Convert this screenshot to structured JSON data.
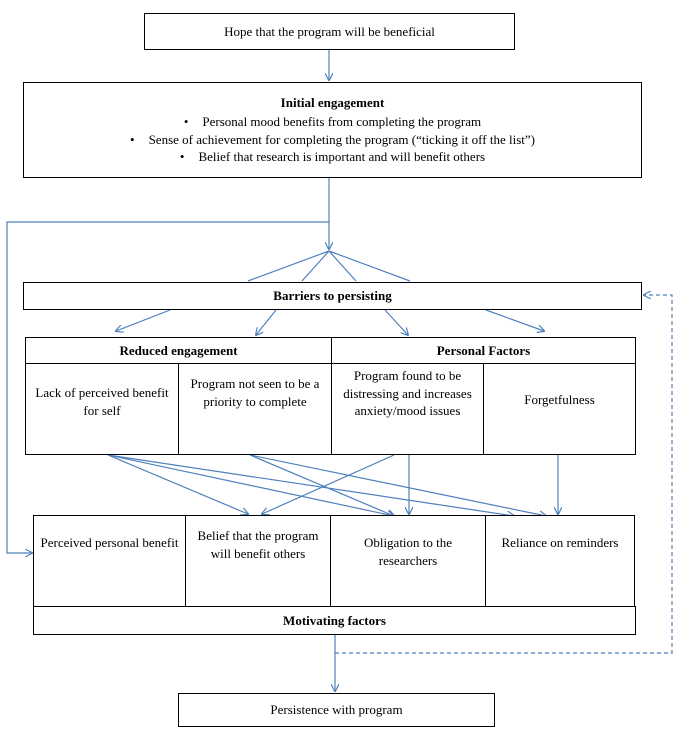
{
  "hope": "Hope that the program will be beneficial",
  "initial": {
    "title": "Initial engagement",
    "bullets": [
      "Personal mood benefits from completing the program",
      "Sense of achievement for completing the program (“ticking it off the list”)",
      "Belief that research is important and will benefit others"
    ]
  },
  "barriers": {
    "title": "Barriers to persisting",
    "reduced_engagement": {
      "title": "Reduced engagement",
      "items": [
        "Lack of perceived benefit for self",
        "Program not seen to be a priority to complete"
      ]
    },
    "personal_factors": {
      "title": "Personal Factors",
      "items": [
        "Program found to be distressing and increases anxiety/mood issues",
        "Forgetfulness"
      ]
    }
  },
  "motivating": {
    "title": "Motivating factors",
    "items": [
      "Perceived personal benefit",
      "Belief that the program will benefit others",
      "Obligation to the researchers",
      "Reliance on reminders"
    ]
  },
  "persistence": "Persistence with program",
  "colors": {
    "arrow": "#4f81bd",
    "border": "#000000"
  }
}
